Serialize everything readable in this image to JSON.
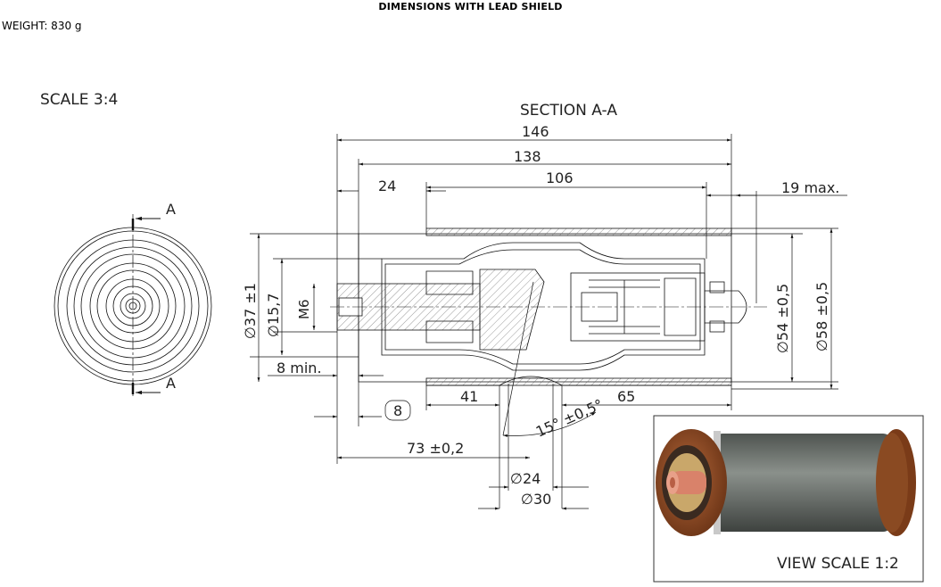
{
  "header": {
    "title": "DIMENSIONS WITH LEAD SHIELD",
    "weight": "WEIGHT: 830 g"
  },
  "drawing": {
    "scale_label": "SCALE 3:4",
    "section_label": "SECTION A-A",
    "section_marker": "A",
    "dimensions": {
      "overall": "146",
      "length_138": "138",
      "d24": "24",
      "d106": "106",
      "max19": "19 max.",
      "dia37": "∅37 ±1",
      "dia157": "∅15,7",
      "m6": "M6",
      "dia54": "∅54 ±0,5",
      "dia58": "∅58 ±0,5",
      "min8": "8 min.",
      "ref8": "8",
      "d41": "41",
      "d65": "65",
      "angle": "15° ±0,5°",
      "d73": "73 ±0,2",
      "dia24": "∅24",
      "dia30": "∅30"
    },
    "inset": {
      "label": "VIEW SCALE 1:2"
    }
  },
  "colors": {
    "line": "#111111",
    "shield": "#8a4a22",
    "body": "#6f7570",
    "pin": "#d9826a"
  }
}
